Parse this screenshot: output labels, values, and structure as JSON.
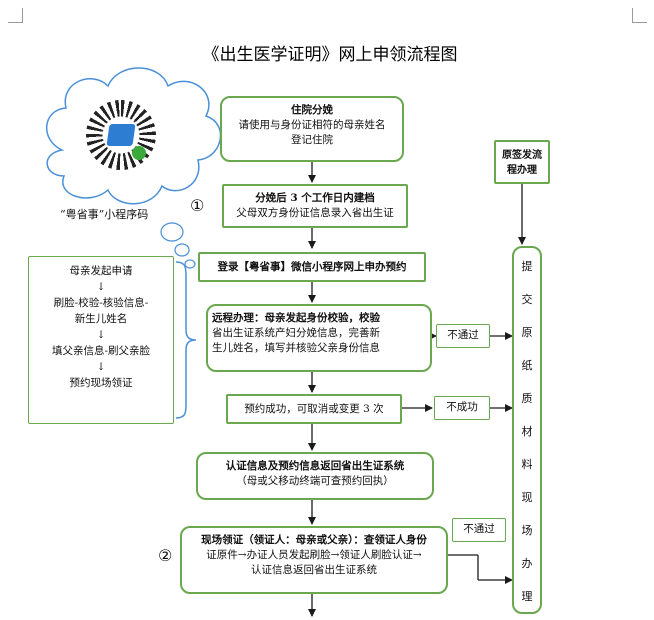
{
  "title": "《出生医学证明》网上申领流程图",
  "cloud": {
    "qr_label": "“粤省事”小程序码"
  },
  "steps": {
    "s1_title": "住院分娩",
    "s1_line1": "请使用与身份证相符的母亲姓名",
    "s1_line2": "登记住院",
    "s2_line1": "分娩后 3 个工作日内建档",
    "s2_line2": "父母双方身份证信息录入省出生证",
    "s3": "登录【粤省事】微信小程序网上申办预约",
    "s4_line1": "远程办理：母亲发起身份校验，校验",
    "s4_line2": "省出生证系统产妇分娩信息，完善新",
    "s4_line3": "生儿姓名，填写并核验父亲身份信息",
    "s5": "预约成功，可取消或变更 3 次",
    "s6_line1": "认证信息及预约信息返回省出生证系统",
    "s6_line2": "（母或父移动终端可查预约回执）",
    "s7_line1": "现场领证（领证人：母亲或父亲）：查领证人身份",
    "s7_line2": "证原件→办证人员发起刷脸→领证人刷脸认证→",
    "s7_line3": "认证信息返回省出生证系统"
  },
  "side_left": {
    "item1": "母亲发起申请",
    "item2": "刷脸-校验-核验信息-",
    "item2b": "新生儿姓名",
    "item3": "填父亲信息-刷父亲脸",
    "item4": "预约现场领证",
    "arrow": "↓"
  },
  "right": {
    "original_process": "原签发流程办理",
    "vertical_text": "提交原纸质材料现场办理",
    "fail1": "不通过",
    "fail2": "不成功",
    "fail3": "不通过"
  },
  "markers": {
    "one": "①",
    "two": "②"
  },
  "colors": {
    "box_border": "#6aa84f",
    "arrow": "#1a1a1a",
    "cloud_border": "#4a90d9",
    "brace": "#4a90d9"
  }
}
